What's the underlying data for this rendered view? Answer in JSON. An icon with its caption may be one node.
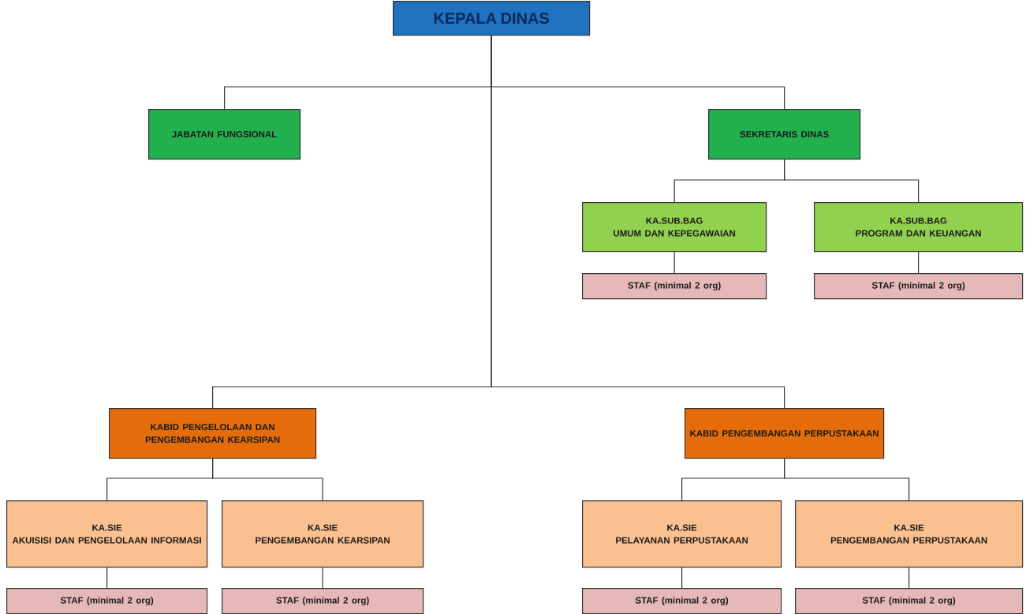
{
  "diagram": {
    "nodes": [
      {
        "text": [
          "KEPALA DINAS"
        ]
      },
      {
        "text": [
          "JABATAN FUNGSIONAL"
        ]
      },
      {
        "text": [
          "SEKRETARIS DINAS"
        ]
      },
      {
        "text": [
          "KA.SUB.BAG",
          "UMUM DAN KEPEGAWAIAN"
        ]
      },
      {
        "text": [
          "KA.SUB.BAG",
          "PROGRAM DAN KEUANGAN"
        ]
      },
      {
        "text": [
          "STAF (minimal 2 org)"
        ]
      },
      {
        "text": [
          "STAF (minimal 2 org)"
        ]
      },
      {
        "text": [
          "KABID PENGELOLAAN DAN PENGEMBANGAN KEARSIPAN"
        ]
      },
      {
        "text": [
          "KABID PENGEMBANGAN PERPUSTAKAAN"
        ]
      },
      {
        "text": [
          "KA.SIE",
          "AKUISISI DAN PENGELOLAAN INFORMASI"
        ]
      },
      {
        "text": [
          "KA.SIE",
          "PENGEMBANGAN KEARSIPAN"
        ]
      },
      {
        "text": [
          "KA.SIE",
          "PELAYANAN PERPUSTAKAAN"
        ]
      },
      {
        "text": [
          "KA.SIE",
          "PENGEMBANGAN PERPUSTAKAAN"
        ]
      },
      {
        "text": [
          "STAF (minimal 2 org)"
        ]
      },
      {
        "text": [
          "STAF (minimal 2 org)"
        ]
      },
      {
        "text": [
          "STAF (minimal 2 org)"
        ]
      },
      {
        "text": [
          "STAF (minimal 2 org)"
        ]
      }
    ],
    "edges": [
      {
        "from": 0,
        "to": 1,
        "arrow": "none"
      },
      {
        "from": 0,
        "to": 2,
        "arrow": "none"
      },
      {
        "from": 0,
        "to": 7,
        "arrow": "none"
      },
      {
        "from": 0,
        "to": 8,
        "arrow": "none"
      },
      {
        "from": 2,
        "to": 3,
        "arrow": "none"
      },
      {
        "from": 2,
        "to": 4,
        "arrow": "none"
      },
      {
        "from": 3,
        "to": 5,
        "arrow": "none"
      },
      {
        "from": 4,
        "to": 6,
        "arrow": "none"
      },
      {
        "from": 7,
        "to": 9,
        "arrow": "none"
      },
      {
        "from": 7,
        "to": 10,
        "arrow": "none"
      },
      {
        "from": 8,
        "to": 11,
        "arrow": "none"
      },
      {
        "from": 8,
        "to": 12,
        "arrow": "none"
      },
      {
        "from": 9,
        "to": 13,
        "arrow": "none"
      },
      {
        "from": 10,
        "to": 14,
        "arrow": "none"
      },
      {
        "from": 11,
        "to": 15,
        "arrow": "none"
      },
      {
        "from": 12,
        "to": 16,
        "arrow": "none"
      }
    ]
  }
}
